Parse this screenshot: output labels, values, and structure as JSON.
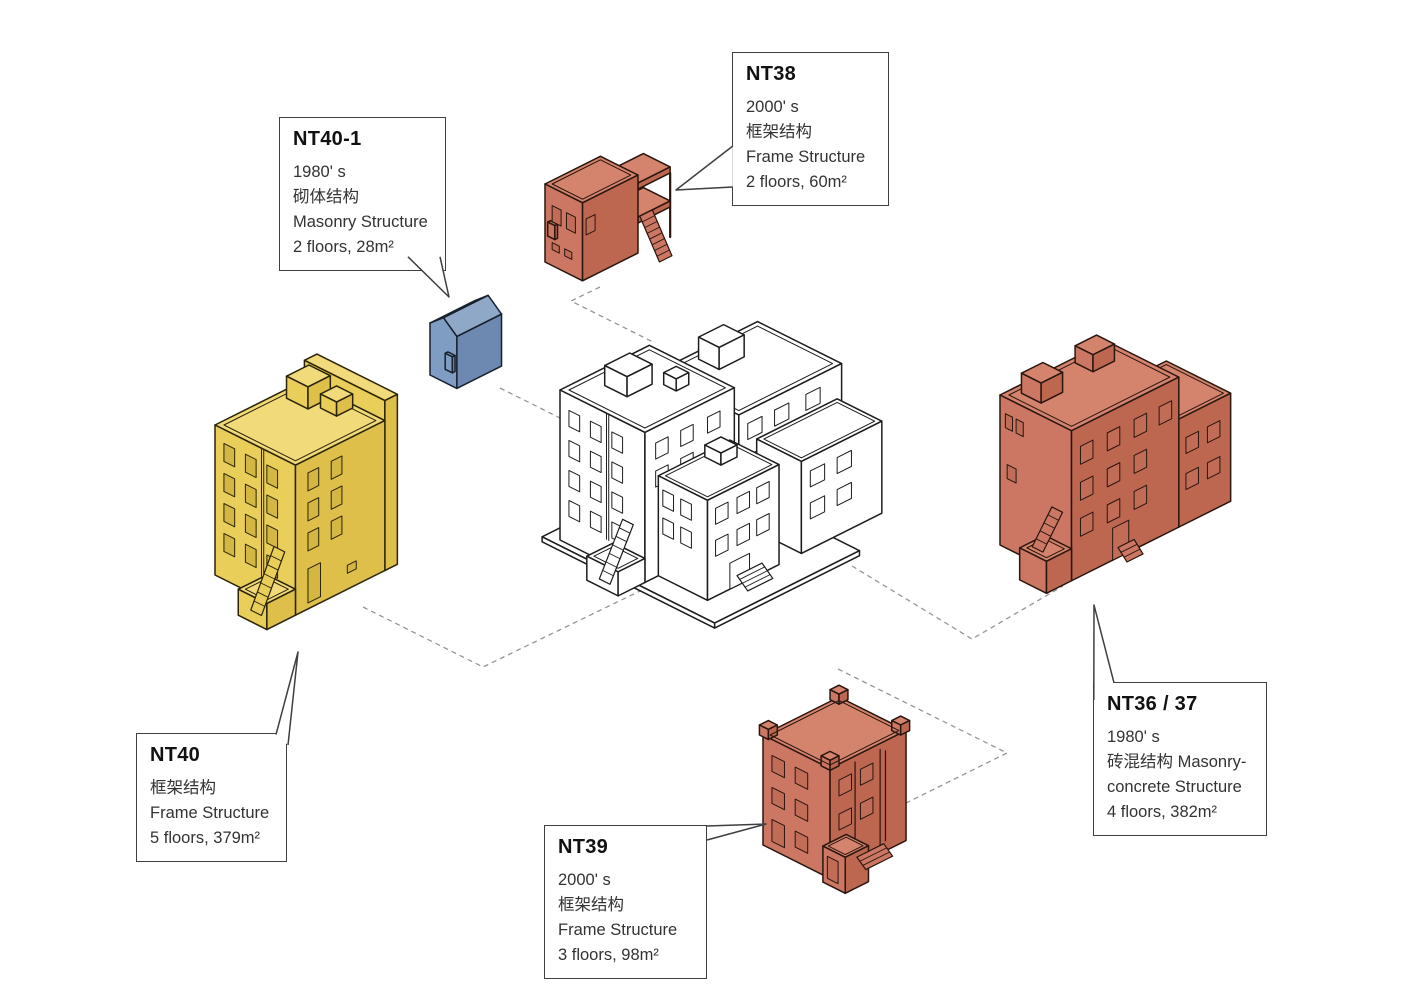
{
  "figure": {
    "type": "axonometric-building-exploded-diagram",
    "description": "Central white assembled building with five colored component buildings linked by dashed guides and annotation boxes"
  },
  "colors": {
    "background": "#ffffff",
    "dash": "#969696",
    "label_border": "#3f3f3f",
    "label_title": "#111111",
    "label_text": "#333333",
    "red": {
      "left": "#cb7763",
      "right": "#bd6751",
      "top": "#d4836d",
      "win": "#c06c57",
      "stroke": "#2a160e"
    },
    "yellow": {
      "left": "#eace5a",
      "right": "#ddbf4a",
      "top": "#f0da7a",
      "win": "#d4b743",
      "stroke": "#2b2408"
    },
    "blue": {
      "left": "#7f9cc2",
      "right": "#6d89b2",
      "top": "#8fa8c8",
      "win": "#6d89b2",
      "stroke": "#16202e"
    },
    "white": {
      "left": "#ffffff",
      "right": "#ffffff",
      "top": "#ffffff",
      "win": "#ffffff",
      "stroke": "#1d1d1d"
    }
  },
  "labels": {
    "nt40_1": {
      "title": "NT40-1",
      "building_color": "blue",
      "lines": [
        "1980' s",
        "砌体结构",
        "Masonry Structure",
        "2 floors, 28m²"
      ]
    },
    "nt38": {
      "title": "NT38",
      "building_color": "red",
      "lines": [
        "2000' s",
        "框架结构",
        "Frame Structure",
        "2 floors, 60m²"
      ]
    },
    "nt40": {
      "title": "NT40",
      "building_color": "yellow",
      "lines": [
        "框架结构",
        "Frame Structure",
        "5 floors, 379m²"
      ]
    },
    "nt39": {
      "title": "NT39",
      "building_color": "red",
      "lines": [
        "2000' s",
        "框架结构",
        "Frame Structure",
        "3 floors, 98m²"
      ]
    },
    "nt36_37": {
      "title": "NT36 / 37",
      "building_color": "red",
      "lines": [
        "1980' s",
        "砖混结构 Masonry-",
        "concrete Structure",
        "4 floors, 382m²"
      ]
    }
  }
}
